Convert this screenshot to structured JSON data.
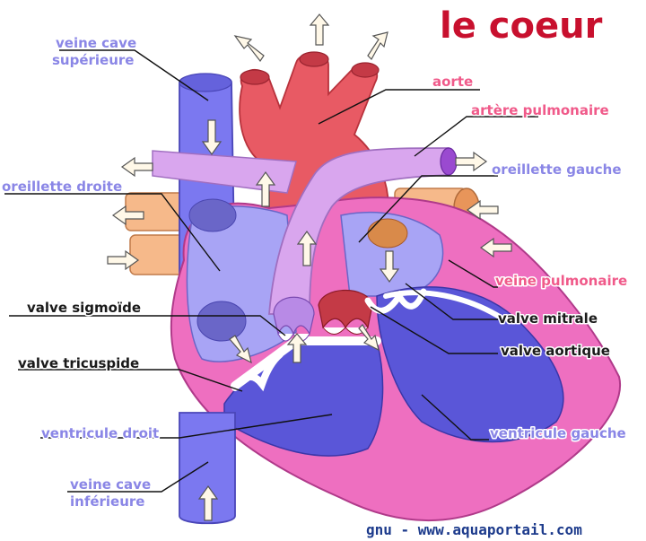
{
  "title": "le coeur",
  "credit": "gnu - www.aquaportail.com",
  "colors": {
    "vena_cava": "#7b78f0",
    "atrium_right": "#a8a4f5",
    "ventricle": "#5a56d8",
    "aorta": "#e85a64",
    "pulmonary_artery": "#d9a6ee",
    "pulmonary_vein": "#f6b98a",
    "myocardium": "#ee6fc0",
    "label_blue": "#8a86e6",
    "label_red": "#f05a8a",
    "label_dark": "#1a1a1a",
    "title": "#c8102e"
  },
  "labels": {
    "veine_cave_sup_1": "veine cave",
    "veine_cave_sup_2": "supérieure",
    "aorte": "aorte",
    "artere_pulmonaire": "artère pulmonaire",
    "oreillette_droite": "oreillette droite",
    "oreillette_gauche": "oreillette gauche",
    "veine_pulmonaire": "veine pulmonaire",
    "valve_sigmoide": "valve sigmoïde",
    "valve_mitrale": "valve mitrale",
    "valve_aortique": "valve aortique",
    "valve_tricuspide": "valve tricuspide",
    "ventricule_droit": "ventricule droit",
    "ventricule_gauche": "ventricule gauche",
    "veine_cave_inf_1": "veine cave",
    "veine_cave_inf_2": "inférieure"
  }
}
